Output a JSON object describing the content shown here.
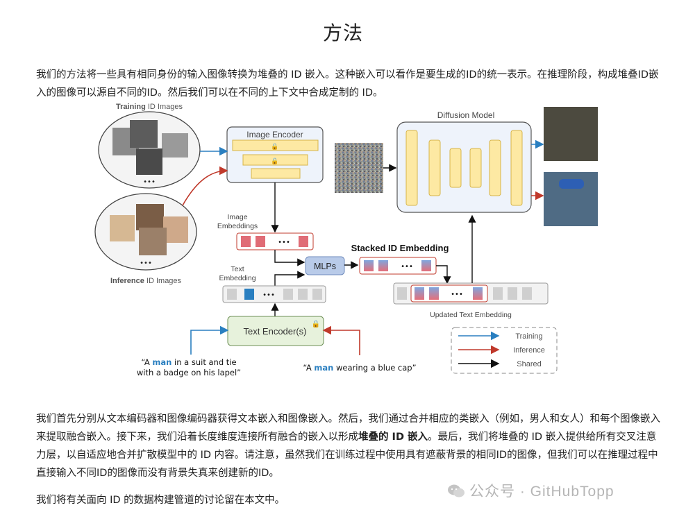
{
  "page": {
    "title": "方法",
    "intro": "我们的方法将一些具有相同身份的输入图像转换为堆叠的 ID 嵌入。这种嵌入可以看作是要生成的ID的统一表示。在推理阶段，构成堆叠ID嵌入的图像可以源自不同的ID。然后我们可以在不同的上下文中合成定制的 ID。",
    "body_pre": "我们首先分别从文本编码器和图像编码器获得文本嵌入和图像嵌入。然后，我们通过合并相应的类嵌入（例如，男人和女人）和每个图像嵌入来提取融合嵌入。接下来，我们沿着长度维度连接所有融合的嵌入以形成",
    "body_bold": "堆叠的 ID 嵌入",
    "body_post": "。最后，我们将堆叠的 ID 嵌入提供给所有交叉注意力层，以自适应地合并扩散模型中的 ID 内容。请注意，虽然我们在训练过程中使用具有遮蔽背景的相同ID的图像，但我们可以在推理过程中直接输入不同ID的图像而没有背景失真来创建新的ID。",
    "closing": "我们将有关面向 ID 的数据构建管道的讨论留在本文中。"
  },
  "figure": {
    "training_title_bold": "Training",
    "training_title_rest": " ID Images",
    "inference_title_bold": "Inference",
    "inference_title_rest": " ID Images",
    "ellipsis": "•••",
    "image_encoder": "Image Encoder",
    "diffusion_model": "Diffusion Model",
    "image_embeddings_l1": "Image",
    "image_embeddings_l2": "Embeddings",
    "text_embedding_l1": "Text",
    "text_embedding_l2": "Embedding",
    "mlps": "MLPs",
    "stacked_id_embedding": "Stacked ID Embedding",
    "updated_text_embedding": "Updated Text Embedding",
    "text_encoder": "Text Encoder(s)",
    "prompt_train_q1": "“A ",
    "prompt_train_man": "man",
    "prompt_train_rest1": " in a suit and tie",
    "prompt_train_l2": "with a badge on his lapel”",
    "prompt_inf_q": "“A ",
    "prompt_inf_man": "man",
    "prompt_inf_rest": " wearing a blue cap”",
    "legend": [
      {
        "label": "Training",
        "color": "#2a7fc0"
      },
      {
        "label": "Inference",
        "color": "#c0392b"
      },
      {
        "label": "Shared",
        "color": "#111111"
      }
    ]
  },
  "watermark": "公众号 · GitHubTopp",
  "colors": {
    "training_blue": "#2a7fc0",
    "inference_red": "#c0392b",
    "encoder_yellow": "#fde9a3",
    "box_blue_bg": "#eef3fb",
    "mlp_blue": "#b9cbe9",
    "embed_red": "#e06c76",
    "text_box_green": "#e7f2dc"
  }
}
